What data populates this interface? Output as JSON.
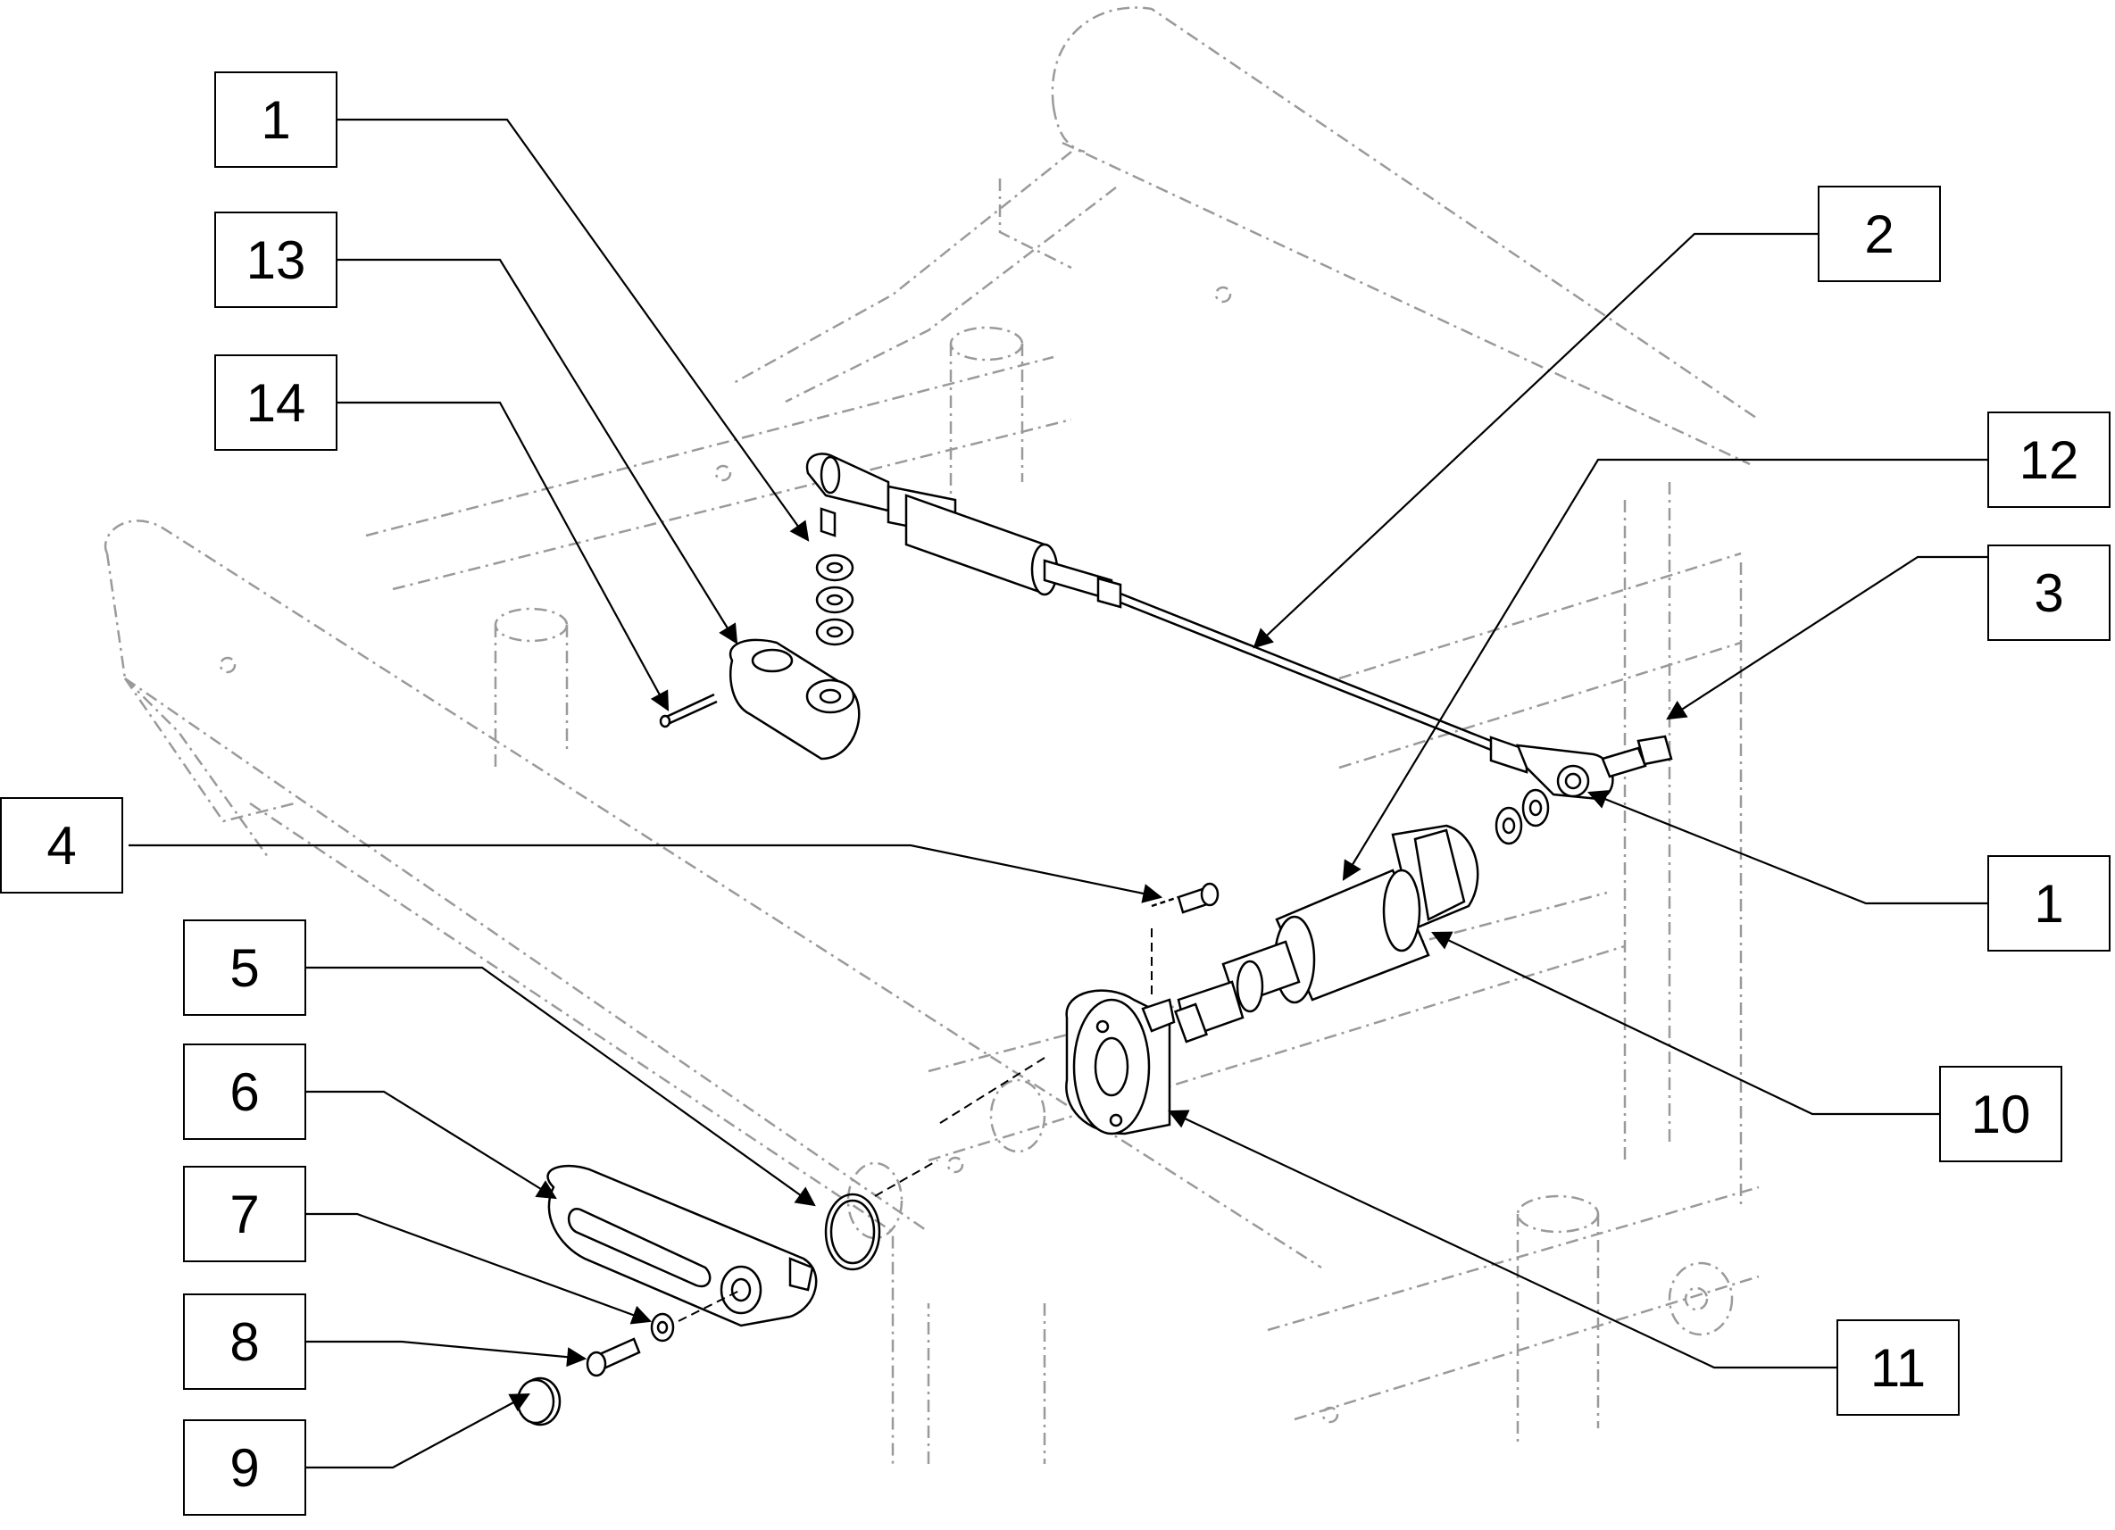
{
  "figure": {
    "kind": "exploded parts diagram",
    "line_color": "#000000",
    "ghost_frame_color": "#9a9a9a",
    "background": "#ffffff"
  },
  "callouts": [
    {
      "id": "c1a",
      "label": "1"
    },
    {
      "id": "c13",
      "label": "13"
    },
    {
      "id": "c14",
      "label": "14"
    },
    {
      "id": "c2",
      "label": "2"
    },
    {
      "id": "c12",
      "label": "12"
    },
    {
      "id": "c3",
      "label": "3"
    },
    {
      "id": "c1b",
      "label": "1"
    },
    {
      "id": "c4",
      "label": "4"
    },
    {
      "id": "c10",
      "label": "10"
    },
    {
      "id": "c5",
      "label": "5"
    },
    {
      "id": "c6",
      "label": "6"
    },
    {
      "id": "c7",
      "label": "7"
    },
    {
      "id": "c8",
      "label": "8"
    },
    {
      "id": "c9",
      "label": "9"
    },
    {
      "id": "c11",
      "label": "11"
    }
  ]
}
